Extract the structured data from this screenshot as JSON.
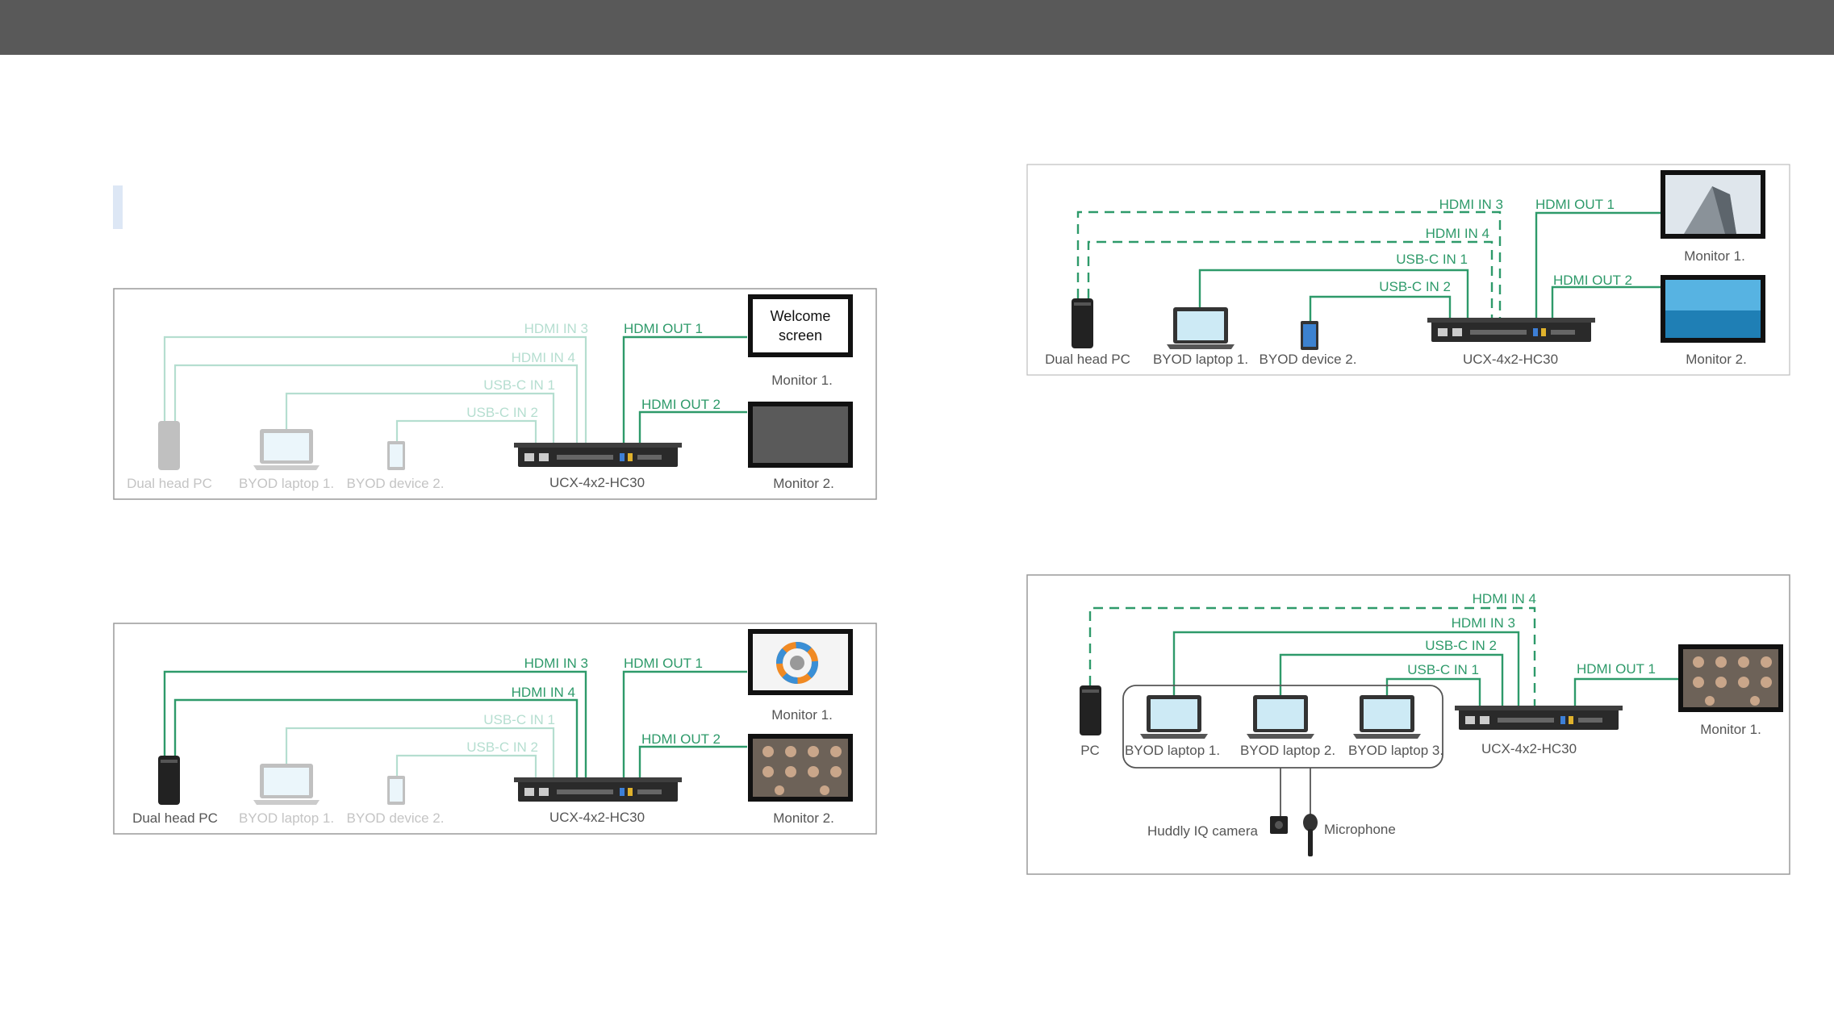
{
  "colors": {
    "active": "#2e9a6a",
    "faded": "#b5ded0",
    "label_dark": "#555555",
    "label_faded": "#c4c4c4",
    "frame": "#9a9a9a",
    "topbar": "#595959"
  },
  "diagram1": {
    "switcher": "UCX-4x2-HC30",
    "welcome_line1": "Welcome",
    "welcome_line2": "screen",
    "monitor1": "Monitor 1.",
    "monitor2": "Monitor 2.",
    "hdmi_out1": "HDMI OUT 1",
    "hdmi_out2": "HDMI OUT 2",
    "hdmi_in3": "HDMI IN 3",
    "hdmi_in4": "HDMI IN 4",
    "usbc_in1": "USB-C IN 1",
    "usbc_in2": "USB-C IN 2",
    "pc": "Dual head PC",
    "laptop1": "BYOD laptop 1.",
    "device2": "BYOD device 2."
  },
  "diagram2": {
    "switcher": "UCX-4x2-HC30",
    "monitor1": "Monitor 1.",
    "monitor2": "Monitor 2.",
    "hdmi_out1": "HDMI OUT 1",
    "hdmi_out2": "HDMI OUT 2",
    "hdmi_in3": "HDMI IN 3",
    "hdmi_in4": "HDMI IN 4",
    "usbc_in1": "USB-C IN 1",
    "usbc_in2": "USB-C IN 2",
    "pc": "Dual head PC",
    "laptop1": "BYOD laptop 1.",
    "device2": "BYOD device 2."
  },
  "diagram3": {
    "switcher": "UCX-4x2-HC30",
    "monitor1": "Monitor 1.",
    "monitor2": "Monitor 2.",
    "hdmi_out1": "HDMI OUT 1",
    "hdmi_out2": "HDMI OUT 2",
    "hdmi_in3": "HDMI IN 3",
    "hdmi_in4": "HDMI IN 4",
    "usbc_in1": "USB-C IN 1",
    "usbc_in2": "USB-C IN 2",
    "pc": "Dual head PC",
    "laptop1": "BYOD laptop 1.",
    "device2": "BYOD device 2."
  },
  "diagram4": {
    "switcher": "UCX-4x2-HC30",
    "monitor1": "Monitor 1.",
    "hdmi_out1": "HDMI OUT 1",
    "hdmi_in4": "HDMI IN 4",
    "hdmi_in3": "HDMI IN 3",
    "usbc_in2": "USB-C IN 2",
    "usbc_in1": "USB-C IN 1",
    "pc": "PC",
    "laptop1": "BYOD laptop 1.",
    "laptop2": "BYOD laptop 2.",
    "laptop3": "BYOD laptop 3.",
    "camera": "Huddly IQ camera",
    "microphone": "Microphone"
  }
}
